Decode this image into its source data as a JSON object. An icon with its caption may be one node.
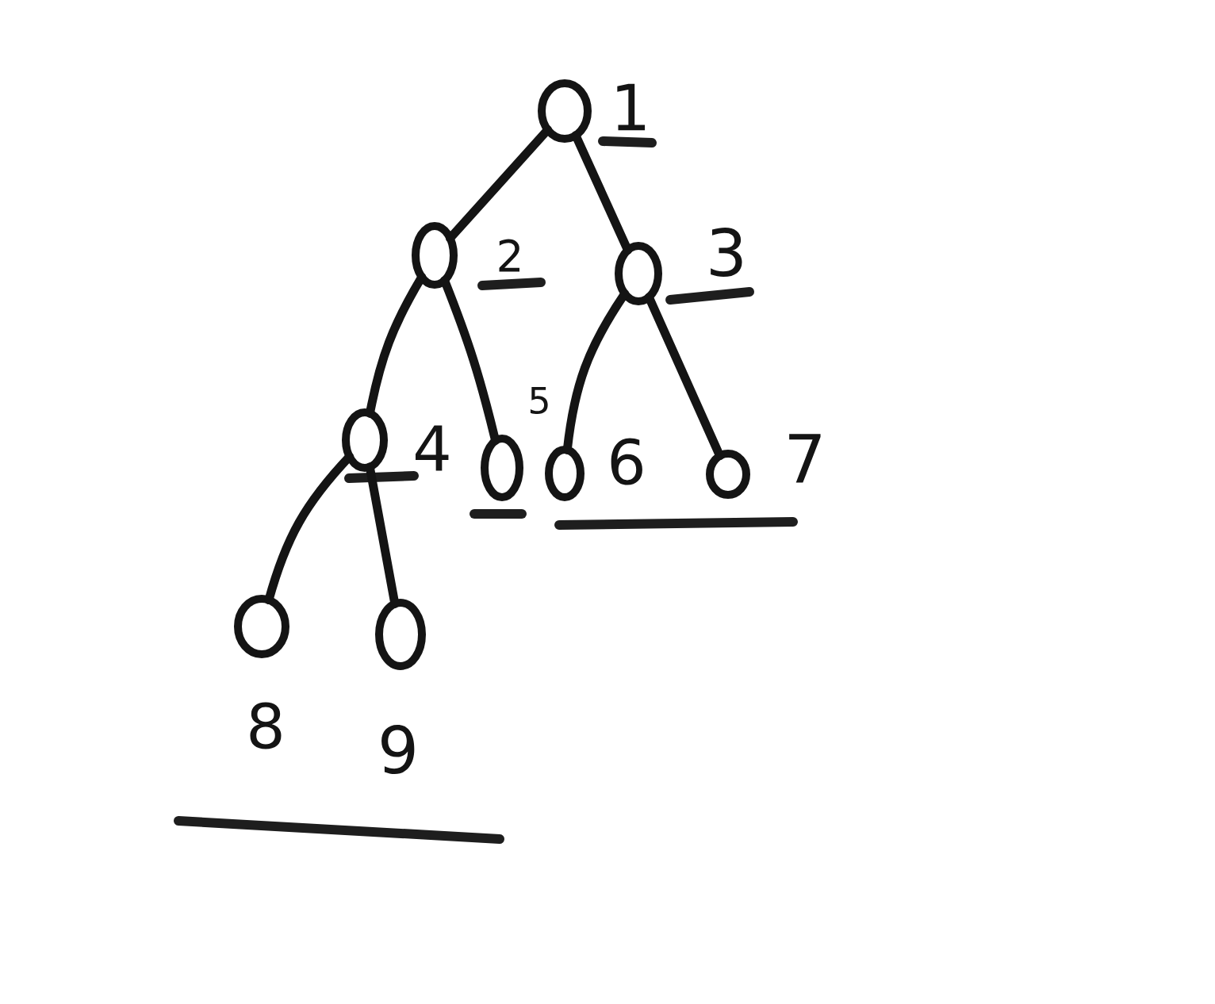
{
  "diagram": {
    "nodes": [
      {
        "text": [],
        "shape": "circle",
        "beside": [
          "1"
        ]
      },
      {
        "text": [],
        "shape": "circle",
        "beside": [
          "2"
        ]
      },
      {
        "text": [],
        "shape": "circle",
        "beside": [
          "3"
        ]
      },
      {
        "text": [],
        "shape": "circle",
        "beside": [
          "4"
        ]
      },
      {
        "text": [],
        "shape": "circle",
        "beside": [
          "5"
        ]
      },
      {
        "text": [],
        "shape": "circle",
        "beside": [
          "6"
        ]
      },
      {
        "text": [],
        "shape": "circle",
        "beside": [
          "7"
        ]
      },
      {
        "text": [],
        "shape": "circle",
        "beside": [
          "8"
        ]
      },
      {
        "text": [],
        "shape": "circle",
        "beside": [
          "9"
        ]
      }
    ],
    "edges": [
      {
        "from": 0,
        "to": 1,
        "arrow": "none"
      },
      {
        "from": 0,
        "to": 2,
        "arrow": "none"
      },
      {
        "from": 1,
        "to": 3,
        "arrow": "none"
      },
      {
        "from": 1,
        "to": 4,
        "arrow": "none"
      },
      {
        "from": 2,
        "to": 5,
        "arrow": "none"
      },
      {
        "from": 2,
        "to": 6,
        "arrow": "none"
      },
      {
        "from": 3,
        "to": 7,
        "arrow": "none"
      },
      {
        "from": 3,
        "to": 8,
        "arrow": "none"
      }
    ]
  }
}
